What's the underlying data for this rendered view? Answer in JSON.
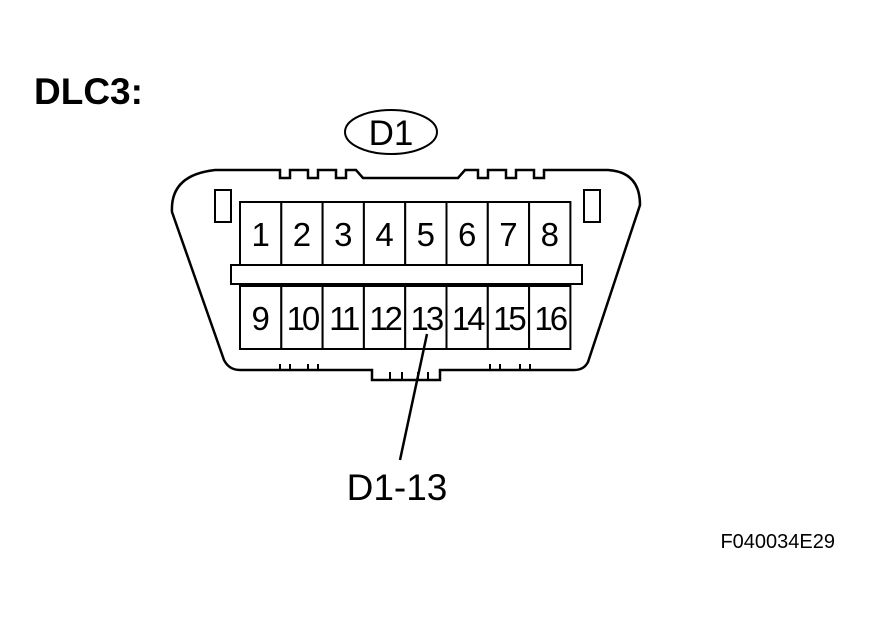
{
  "title": "DLC3:",
  "connector_label": "D1",
  "pins_top": [
    "1",
    "2",
    "3",
    "4",
    "5",
    "6",
    "7",
    "8"
  ],
  "pins_bottom": [
    "9",
    "10",
    "11",
    "12",
    "13",
    "14",
    "15",
    "16"
  ],
  "callout_label": "D1-13",
  "figure_id": "F040034E29"
}
